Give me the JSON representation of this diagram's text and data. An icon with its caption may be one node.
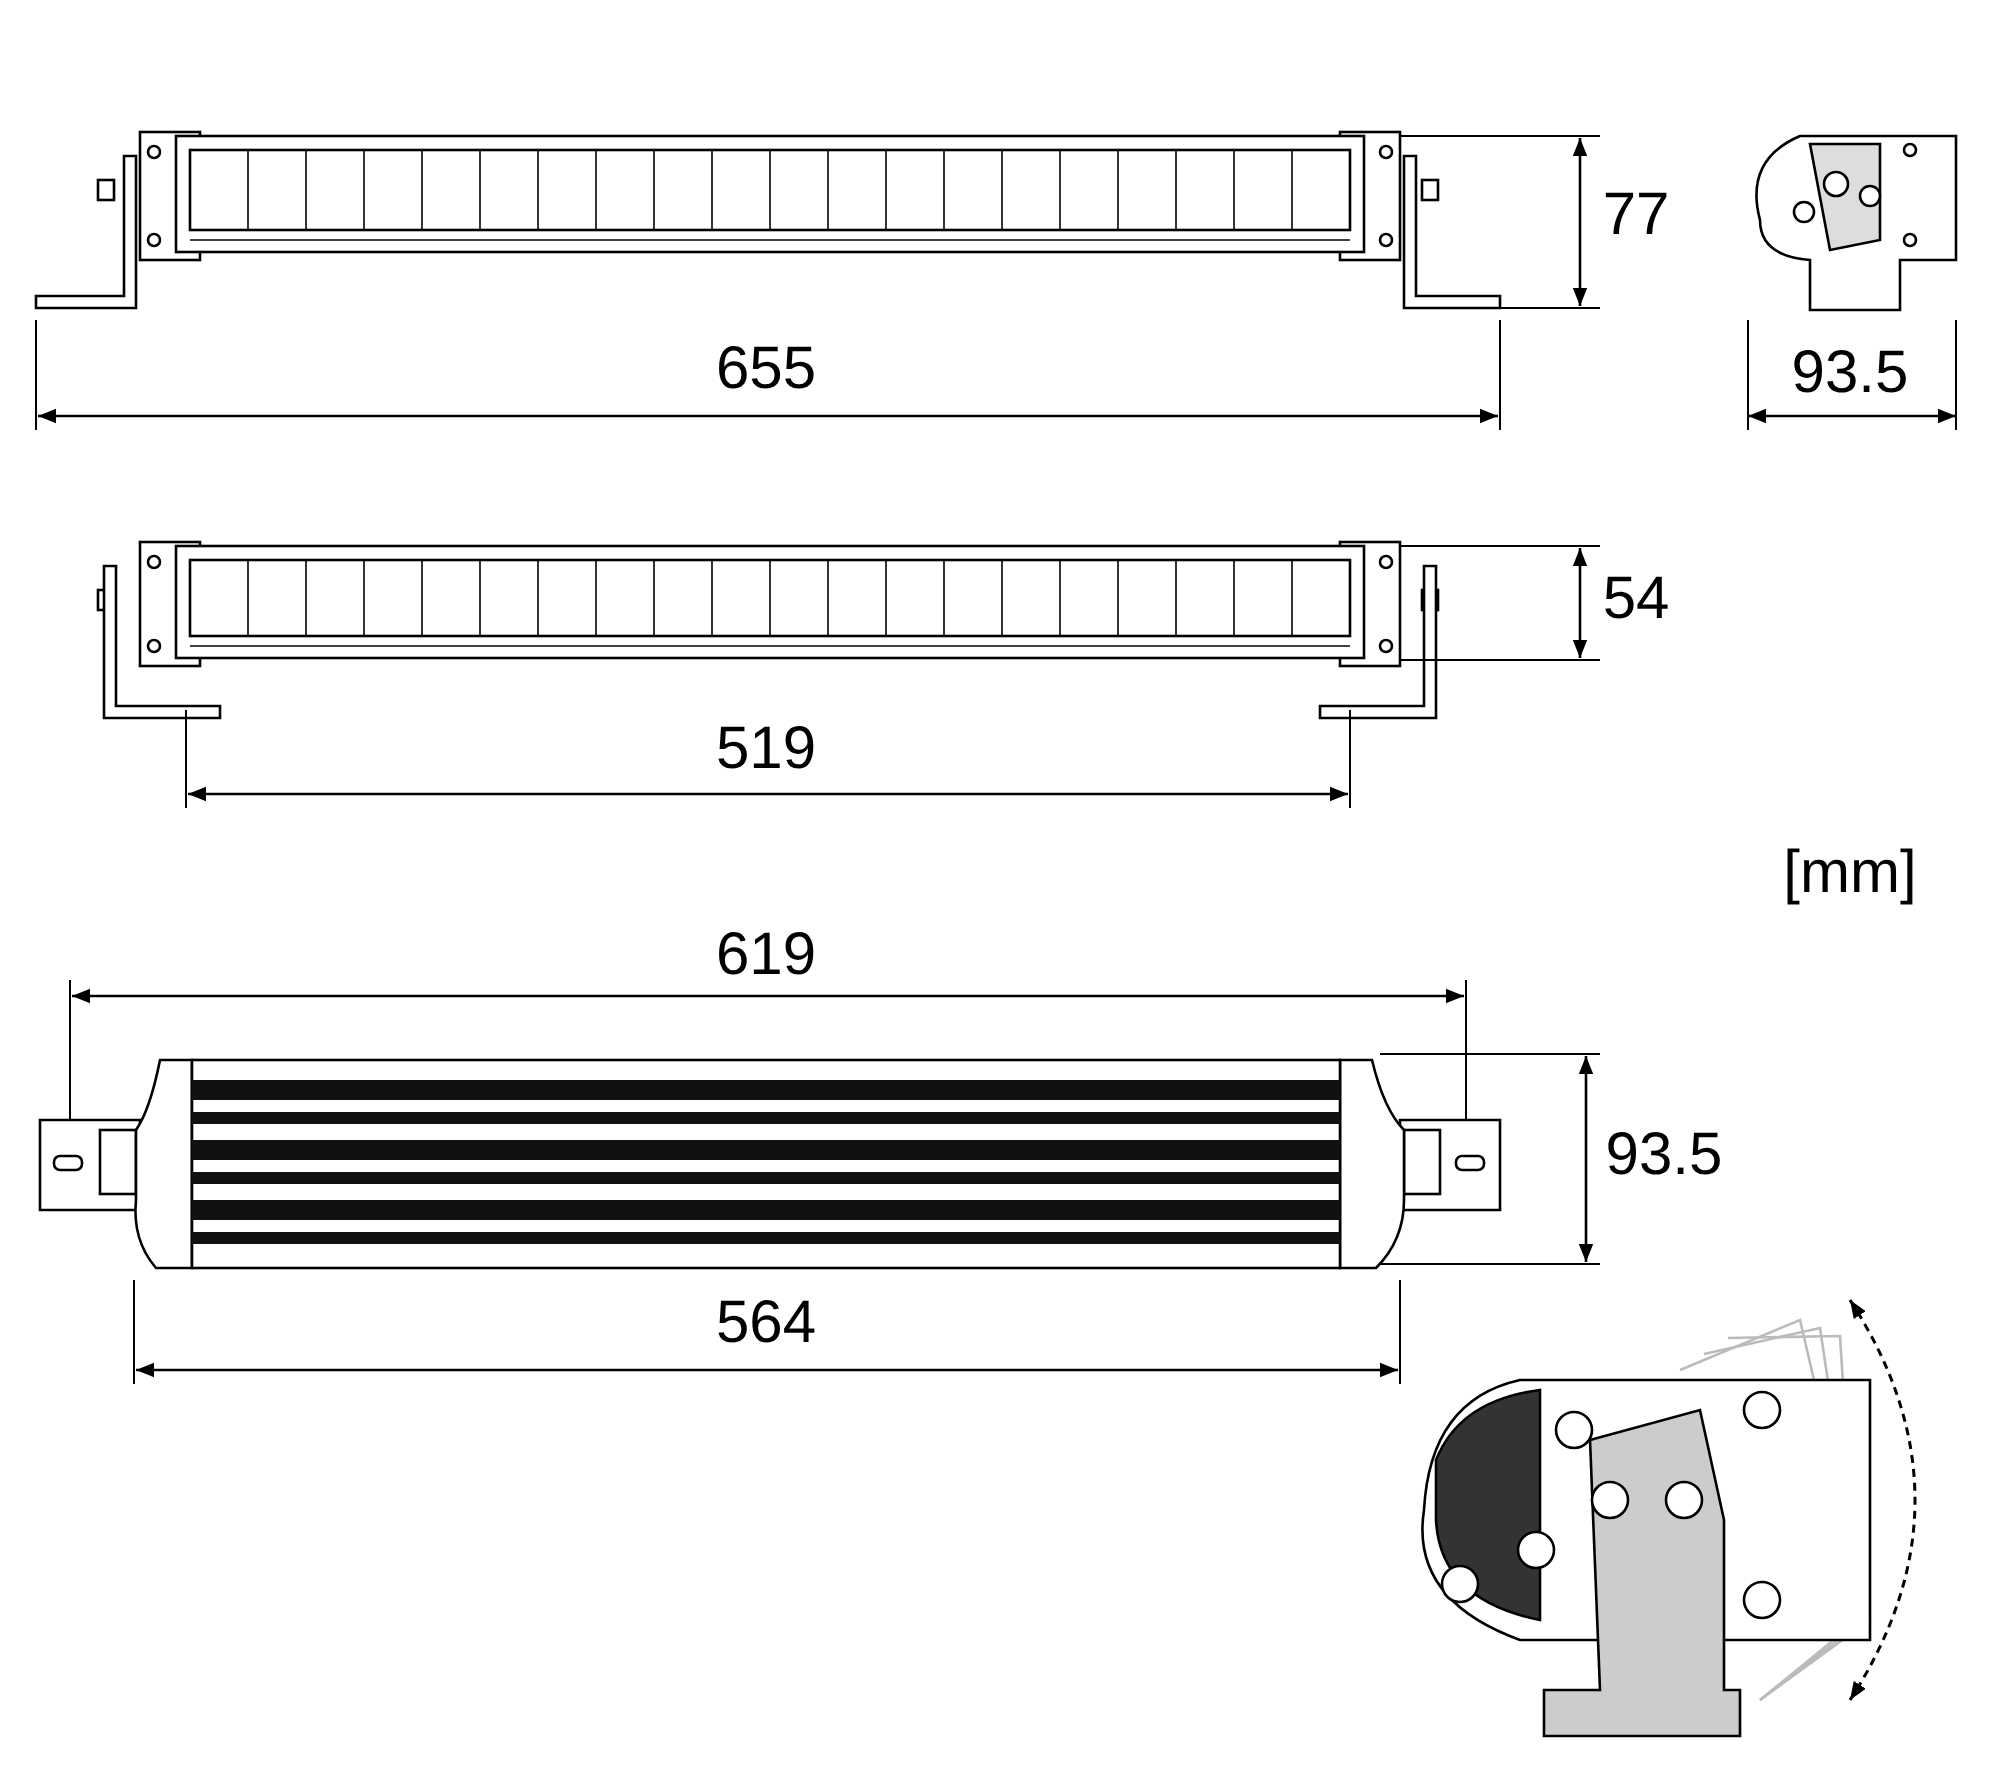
{
  "diagram": {
    "labels": [
      "77",
      "93.5",
      "655",
      "54",
      "519",
      "[mm]",
      "619",
      "93.5",
      "564"
    ]
  }
}
